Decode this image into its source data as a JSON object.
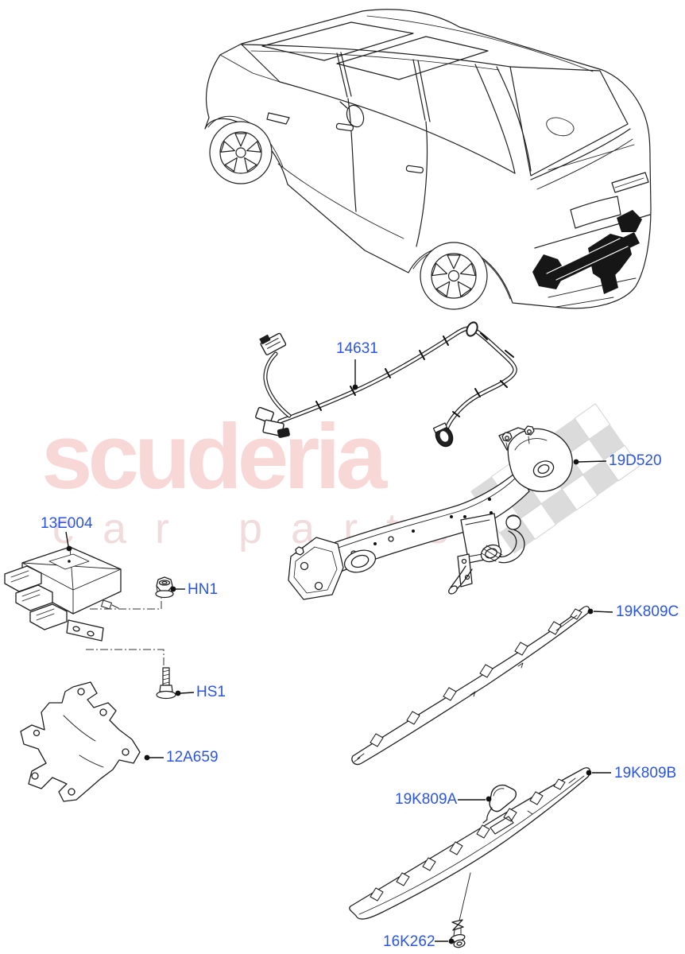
{
  "watermark": {
    "brand": "scuderia",
    "tagline": "car parts"
  },
  "colors": {
    "label_blue": "#2b55e0",
    "watermark_pink": "#f8d7d7",
    "flag_gray": "#d8d8d8",
    "line_art": "#1f1f1f",
    "background": "#ffffff"
  },
  "parts": [
    {
      "code": "14631"
    },
    {
      "code": "19D520"
    },
    {
      "code": "13E004"
    },
    {
      "code": "HN1"
    },
    {
      "code": "HS1"
    },
    {
      "code": "12A659"
    },
    {
      "code": "19K809C"
    },
    {
      "code": "19K809B"
    },
    {
      "code": "19K809A"
    },
    {
      "code": "16K262"
    }
  ]
}
